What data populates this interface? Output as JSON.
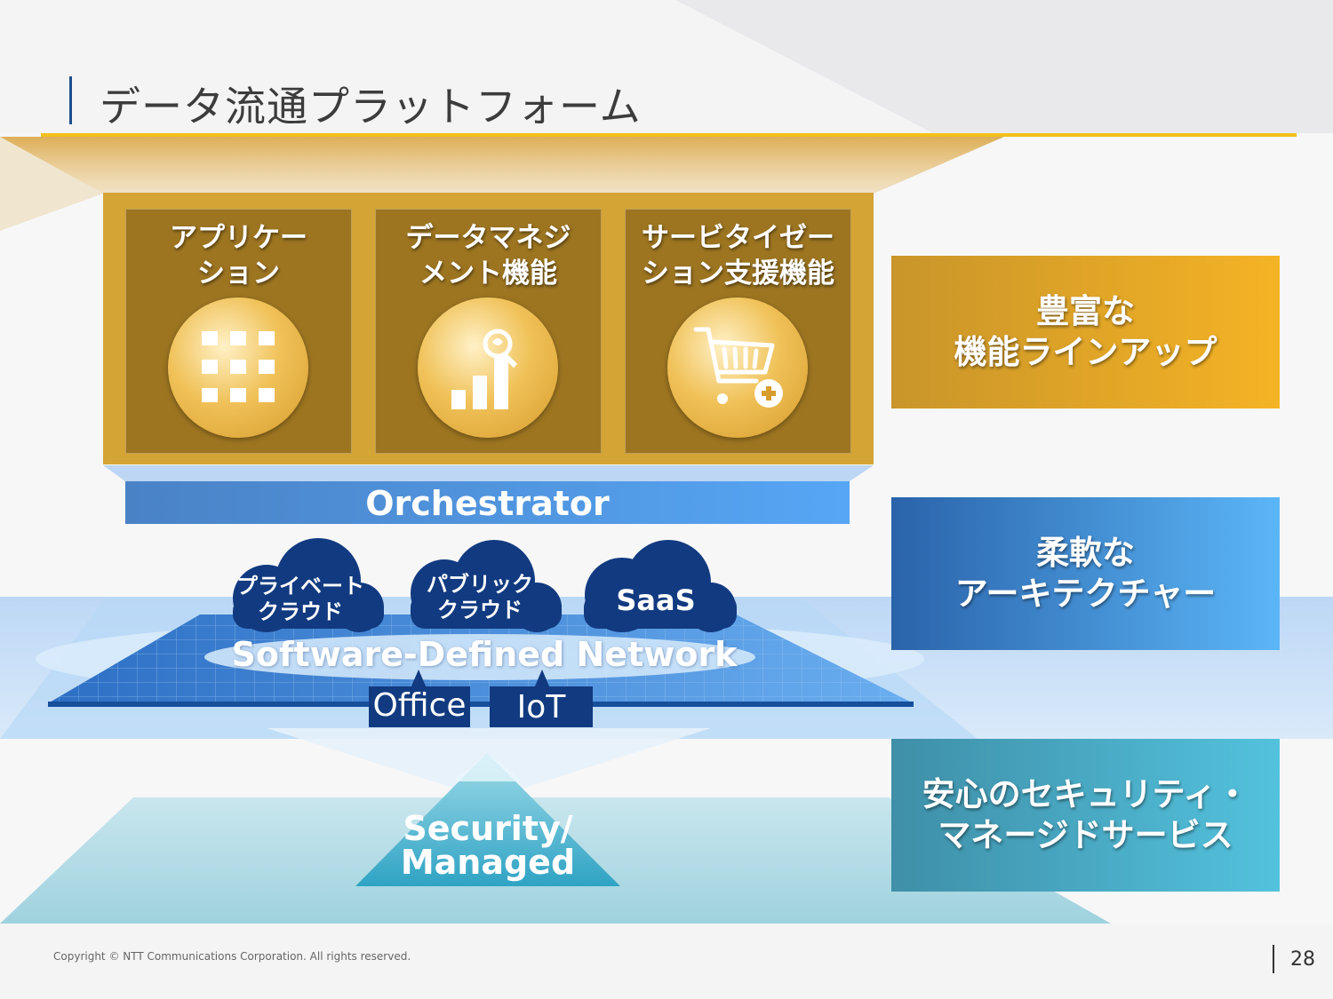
{
  "title": "データ流通プラットフォーム",
  "functions": [
    {
      "line1": "アプリケー",
      "line2": "ション",
      "icon": "app-grid-icon"
    },
    {
      "line1": "データマネジ",
      "line2": "メント機能",
      "icon": "data-analytics-icon"
    },
    {
      "line1": "サービタイゼー",
      "line2": "ション支援機能",
      "icon": "shopping-cart-add-icon"
    }
  ],
  "orchestrator": "Orchestrator",
  "clouds": [
    {
      "line1": "プライベート",
      "line2": "クラウド"
    },
    {
      "line1": "パブリック",
      "line2": "クラウド"
    },
    {
      "line1": "SaaS",
      "line2": ""
    }
  ],
  "sdn": "Software-Defined Network",
  "office": "Office",
  "iot": "IoT",
  "security": {
    "line1": "Security/",
    "line2": "Managed"
  },
  "side_boxes": [
    {
      "line1": "豊富な",
      "line2": "機能ラインアップ",
      "color_from": "#c9952a",
      "color_to": "#f5b325"
    },
    {
      "line1": "柔軟な",
      "line2": "アーキテクチャー",
      "color_from": "#2a63aa",
      "color_to": "#5bb6f7"
    },
    {
      "line1": "安心のセキュリティ・",
      "line2": "マネージドサービス",
      "color_from": "#3f8fa8",
      "color_to": "#53c2dd"
    }
  ],
  "footer": "Copyright © NTT Communications Corporation. All rights reserved.",
  "page_number": "28"
}
